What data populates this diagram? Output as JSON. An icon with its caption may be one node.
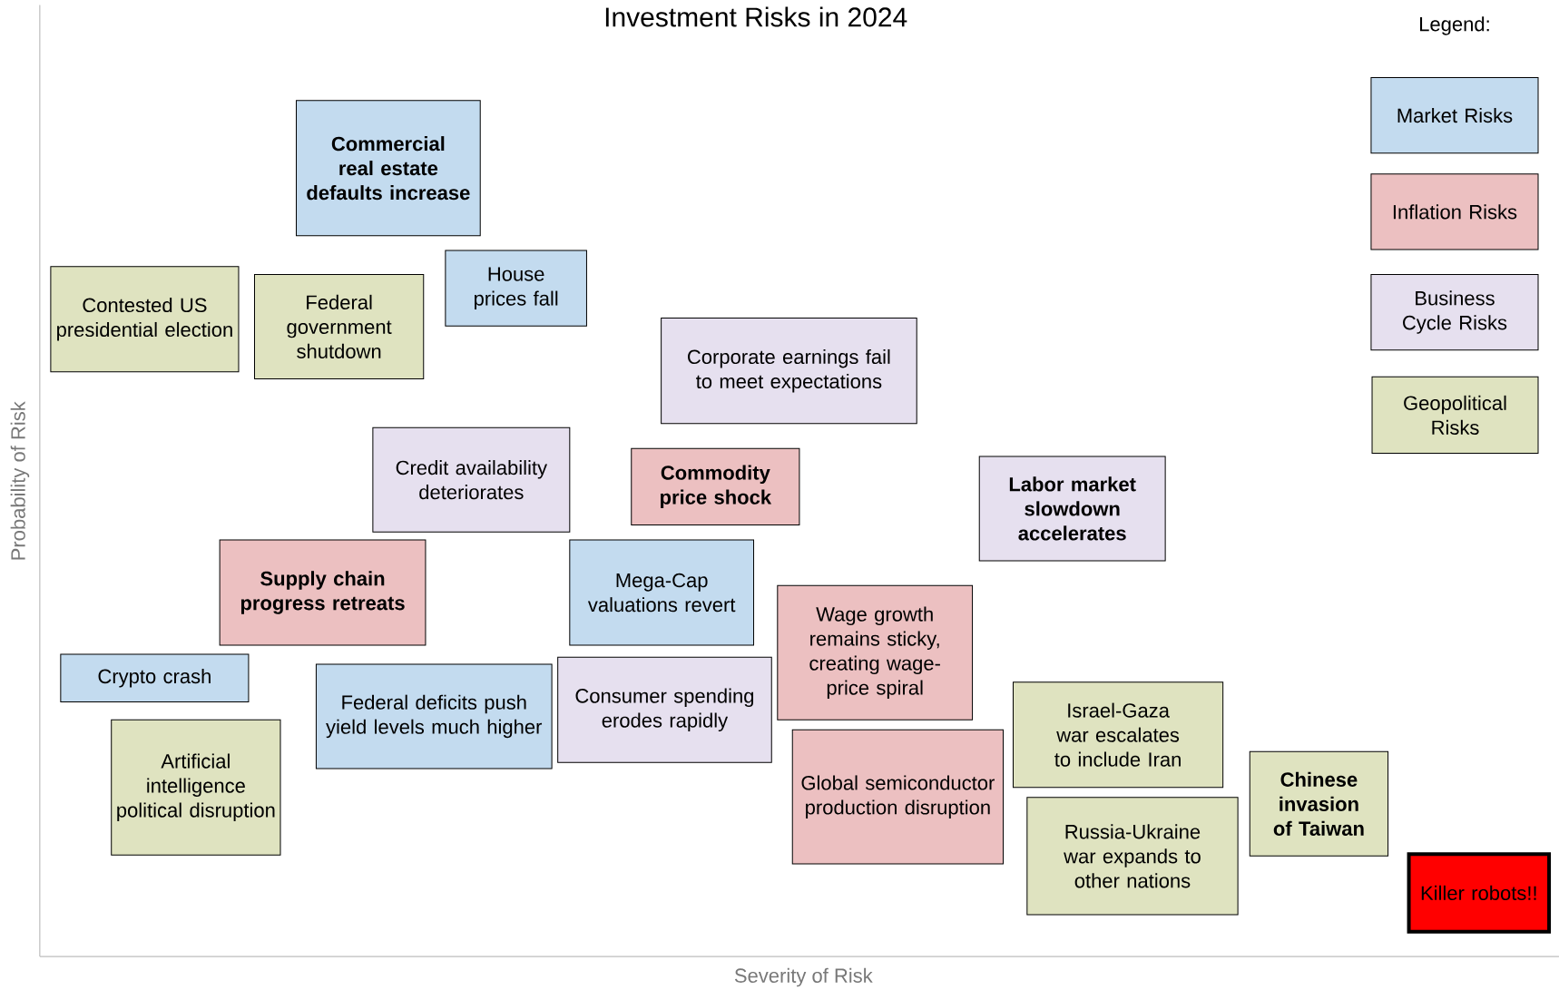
{
  "diagram": {
    "title": "Investment Risks in 2024",
    "nodes": [
      {
        "text": [
          "Commercial real estate defaults increase"
        ]
      },
      {
        "text": [
          "House prices fall"
        ]
      },
      {
        "text": [
          "Contested US presidential election"
        ]
      },
      {
        "text": [
          "Federal government shutdown"
        ]
      },
      {
        "text": [
          "Corporate earnings fail to meet expectations"
        ]
      },
      {
        "text": [
          "Credit availability deteriorates"
        ]
      },
      {
        "text": [
          "Commodity price shock"
        ]
      },
      {
        "text": [
          "Labor market slowdown accelerates"
        ]
      },
      {
        "text": [
          "Supply chain progress retreats"
        ]
      },
      {
        "text": [
          "Mega-Cap valuations revert"
        ]
      },
      {
        "text": [
          "Wage growth remains sticky, creating wage-price spiral"
        ]
      },
      {
        "text": [
          "Crypto crash"
        ]
      },
      {
        "text": [
          "Federal deficits push yield levels much higher"
        ]
      },
      {
        "text": [
          "Consumer spending erodes rapidly"
        ]
      },
      {
        "text": [
          "Israel-Gaza war escalates to include Iran"
        ]
      },
      {
        "text": [
          "Artificial intelligence political disruption"
        ]
      },
      {
        "text": [
          "Global semiconductor production disruption"
        ]
      },
      {
        "text": [
          "Chinese invasion of Taiwan"
        ]
      },
      {
        "text": [
          "Russia-Ukraine war expands to other nations"
        ]
      },
      {
        "text": [
          "Killer robots!!"
        ]
      }
    ],
    "labels": [
      "Legend:",
      "Probability of Risk",
      "Severity of Risk"
    ],
    "legend": [
      {
        "text": "Market Risks",
        "color": "#c3dbef"
      },
      {
        "text": "Inflation Risks",
        "color": "#ecc0c1"
      },
      {
        "text": "Business Cycle Risks",
        "color": "#e6e0ef"
      },
      {
        "text": "Geopolitical Risks",
        "color": "#dfe3c0"
      }
    ]
  }
}
